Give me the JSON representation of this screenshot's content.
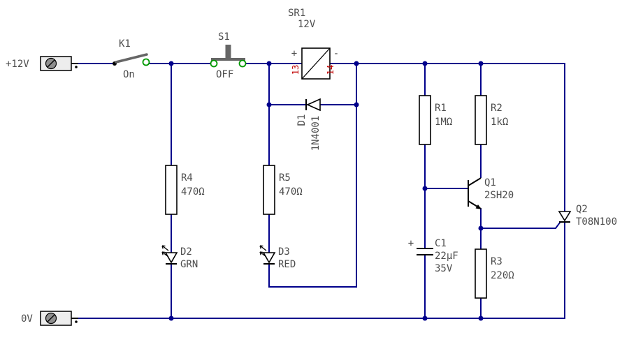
{
  "colors": {
    "wire": "#00008b",
    "label": "#4d4d4d",
    "pin-red": "#c00000",
    "contact-green": "#009900",
    "switch-gray": "#666666",
    "component": "#000000",
    "bg": "#ffffff"
  },
  "terminals": {
    "p12v": {
      "label": "+12V"
    },
    "gnd": {
      "label": "0V"
    }
  },
  "components": {
    "k1": {
      "ref": "K1",
      "state": "On"
    },
    "s1": {
      "ref": "S1",
      "state": "OFF"
    },
    "sr1": {
      "ref": "SR1",
      "value": "12V",
      "plus": "+",
      "minus": "-",
      "pin13": "13",
      "pin14": "14"
    },
    "d1": {
      "ref": "D1",
      "value": "1N4001"
    },
    "r1": {
      "ref": "R1",
      "value": "1MΩ"
    },
    "r2": {
      "ref": "R2",
      "value": "1kΩ"
    },
    "r3": {
      "ref": "R3",
      "value": "220Ω"
    },
    "r4": {
      "ref": "R4",
      "value": "470Ω"
    },
    "r5": {
      "ref": "R5",
      "value": "470Ω"
    },
    "d2": {
      "ref": "D2",
      "value": "GRN"
    },
    "d3": {
      "ref": "D3",
      "value": "RED"
    },
    "c1": {
      "ref": "C1",
      "value": "22µF",
      "voltage": "35V",
      "plus": "+"
    },
    "q1": {
      "ref": "Q1",
      "value": "2SH20"
    },
    "q2": {
      "ref": "Q2",
      "value": "T08N100"
    }
  }
}
